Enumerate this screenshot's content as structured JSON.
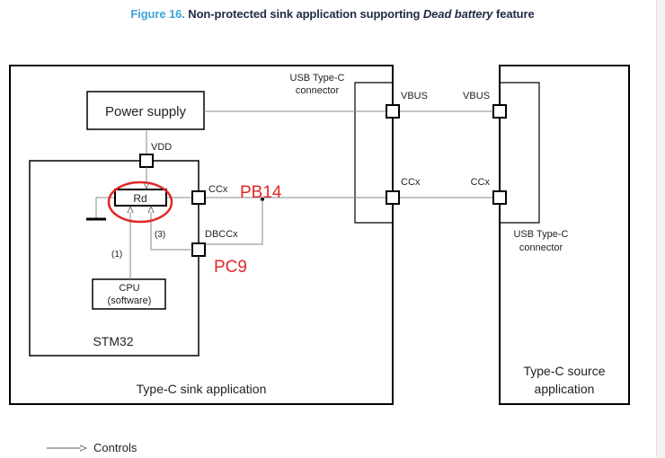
{
  "title": {
    "figure_number": "Figure 16.",
    "text_before": "Non-protected sink application supporting ",
    "text_italic": "Dead battery",
    "text_after": " feature"
  },
  "colors": {
    "figure_number": "#3ca4d8",
    "title_text": "#1f2a44",
    "annotation_red": "#e02828",
    "line": "#000000"
  },
  "diagram": {
    "sink_app_label": "Type-C sink application",
    "source_app_label_line1": "Type-C source",
    "source_app_label_line2": "application",
    "sink_connector_line1": "USB Type-C",
    "sink_connector_line2": "connector",
    "source_connector_line1": "USB Type-C",
    "source_connector_line2": "connector",
    "power_supply": "Power supply",
    "vdd": "VDD",
    "stm32": "STM32",
    "rd": "Rd",
    "cpu_line1": "CPU",
    "cpu_line2": "(software)",
    "ccx_stm": "CCx",
    "dbccx": "DBCCx",
    "note1": "(1)",
    "note3": "(3)",
    "vbus_sink": "VBUS",
    "vbus_source": "VBUS",
    "ccx_sink_conn": "CCx",
    "ccx_source_conn": "CCx",
    "annotation_pb14": "PB14",
    "annotation_pc9": "PC9"
  },
  "legend": {
    "controls": "Controls"
  }
}
